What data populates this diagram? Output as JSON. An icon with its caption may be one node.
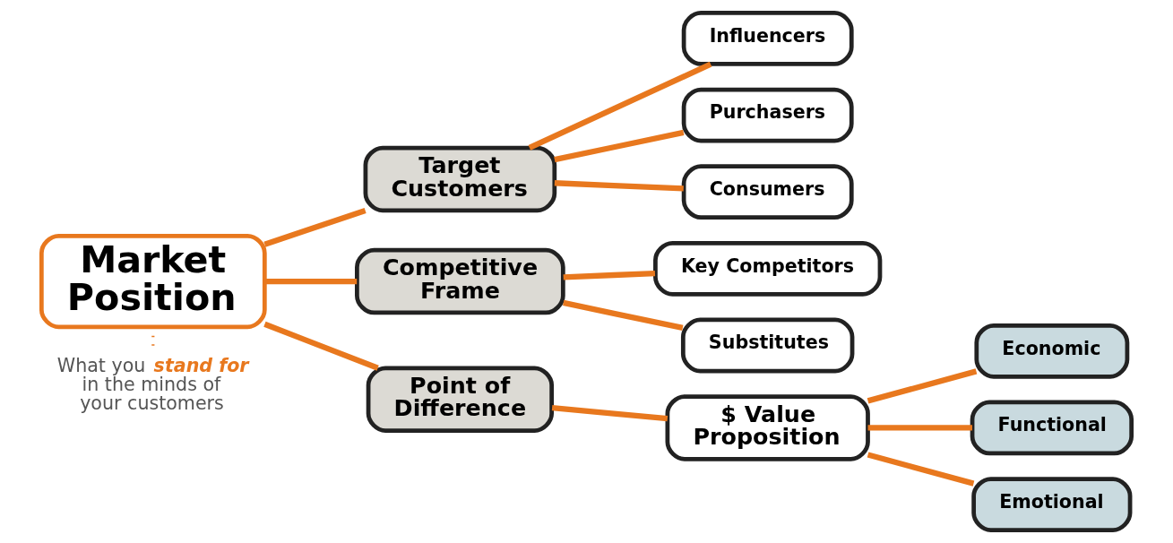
{
  "diagram": {
    "nodes": [
      {
        "text": [
          "Market Position"
        ]
      },
      {
        "text": [
          "Target Customers"
        ]
      },
      {
        "text": [
          "Competitive Frame"
        ]
      },
      {
        "text": [
          "Point of Difference"
        ]
      },
      {
        "text": [
          "Influencers"
        ]
      },
      {
        "text": [
          "Purchasers"
        ]
      },
      {
        "text": [
          "Consumers"
        ]
      },
      {
        "text": [
          "Key Competitors"
        ]
      },
      {
        "text": [
          "Substitutes"
        ]
      },
      {
        "text": [
          "$ Value Proposition"
        ]
      },
      {
        "text": [
          "Economic"
        ]
      },
      {
        "text": [
          "Functional"
        ]
      },
      {
        "text": [
          "Emotional"
        ]
      },
      {
        "text": [
          "What you *stand for* in the minds of your customers"
        ]
      }
    ],
    "edges": [
      {
        "from": 0,
        "to": 1,
        "arrow": "none"
      },
      {
        "from": 0,
        "to": 2,
        "arrow": "none"
      },
      {
        "from": 0,
        "to": 3,
        "arrow": "none"
      },
      {
        "from": 1,
        "to": 4,
        "arrow": "none"
      },
      {
        "from": 1,
        "to": 5,
        "arrow": "none"
      },
      {
        "from": 1,
        "to": 6,
        "arrow": "none"
      },
      {
        "from": 2,
        "to": 7,
        "arrow": "none"
      },
      {
        "from": 2,
        "to": 8,
        "arrow": "none"
      },
      {
        "from": 3,
        "to": 9,
        "arrow": "none"
      },
      {
        "from": 9,
        "to": 10,
        "arrow": "none"
      },
      {
        "from": 9,
        "to": 11,
        "arrow": "none"
      },
      {
        "from": 9,
        "to": 12,
        "arrow": "none"
      },
      {
        "from": 0,
        "to": 13,
        "arrow": "none",
        "style": "dashed"
      }
    ]
  }
}
